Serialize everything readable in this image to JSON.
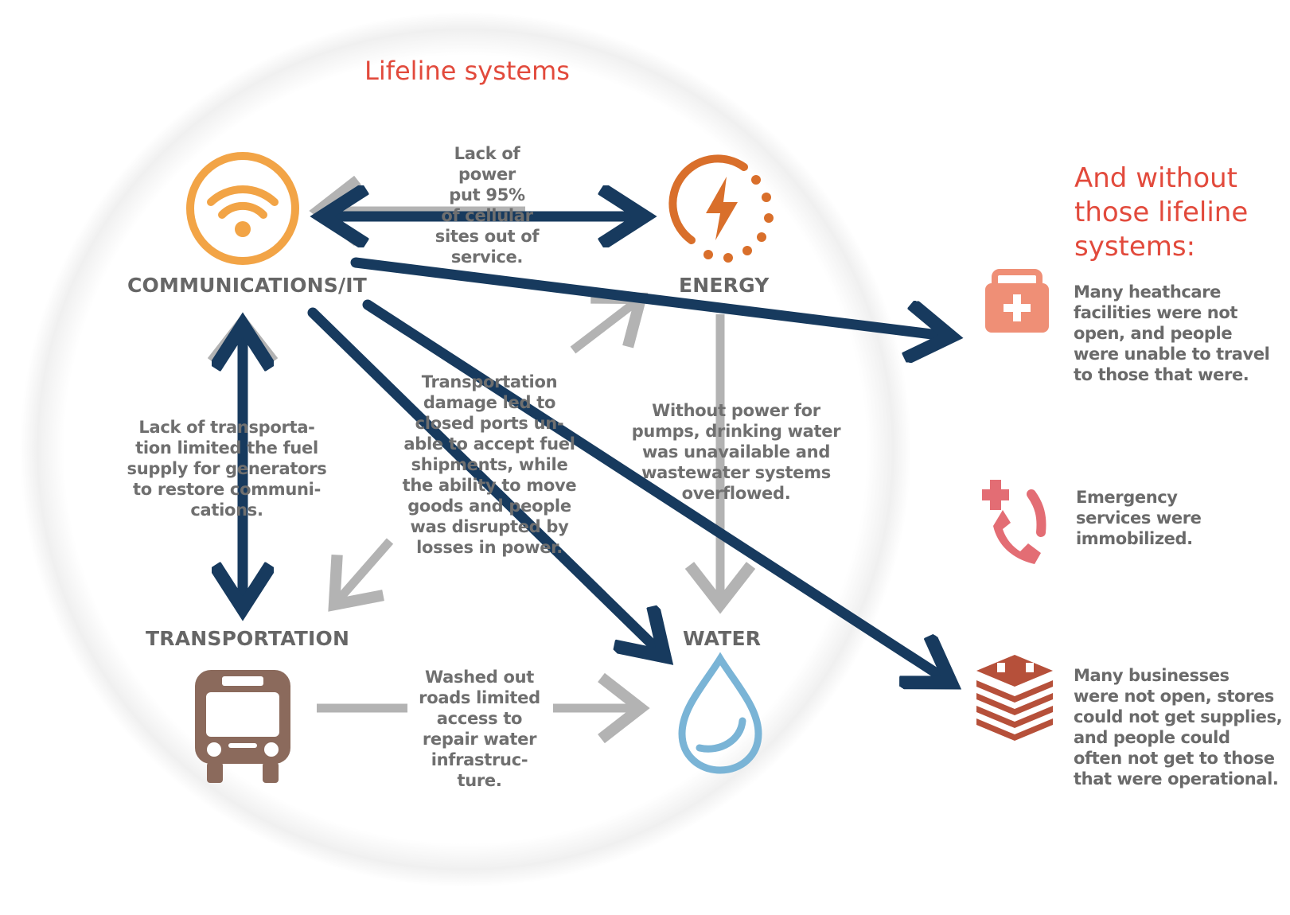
{
  "diagram": {
    "title": "Lifeline systems",
    "nodes": {
      "communications": {
        "label": "COMMUNICATIONS/IT",
        "icon": "wifi-icon",
        "color": "#f2a446"
      },
      "energy": {
        "label": "ENERGY",
        "icon": "lightning-bolt-icon",
        "color": "#d96f2b"
      },
      "transportation": {
        "label": "TRANSPORTATION",
        "icon": "bus-icon",
        "color": "#8b6a5c"
      },
      "water": {
        "label": "WATER",
        "icon": "water-drop-icon",
        "color": "#7ab4d6"
      }
    },
    "links": {
      "comm_energy": "Lack of\npower\nput 95%\nof cellular\nsites out of\nservice.",
      "transport_comm": "Lack of transporta-\ntion limited the fuel\nsupply for generators\nto restore communi-\ncations.",
      "transport_energy": "Transportation\ndamage led to\nclosed ports un-\nable to accept fuel\nshipments, while\nthe ability to move\ngoods and people\nwas disrupted by\nlosses in power.",
      "energy_water": "Without power for\npumps, drinking water\nwas unavailable and\nwastewater systems\noverflowed.",
      "transport_water": "Washed out\nroads limited\naccess to\nrepair water\ninfrastruc-\nture."
    }
  },
  "outcomes": {
    "heading": "And without\nthose lifeline\nsystems:",
    "items": [
      {
        "icon": "first-aid-kit-icon",
        "text": "Many heathcare\nfacilities were not\nopen, and people\nwere unable to travel\nto those that were."
      },
      {
        "icon": "emergency-phone-icon",
        "text": "Emergency\nservices were\nimmobilized."
      },
      {
        "icon": "businesses-stack-icon",
        "text": "Many businesses\nwere not open, stores\ncould not get supplies,\nand people could\noften not get to those\nthat were operational."
      }
    ]
  },
  "colors": {
    "title_red": "#e24a3c",
    "gray_arrow": "#b3b3b3",
    "overlay_arrow": "#173a5e",
    "healthcare": "#ef8f76",
    "emergency": "#e36d74",
    "business": "#b6503a"
  }
}
